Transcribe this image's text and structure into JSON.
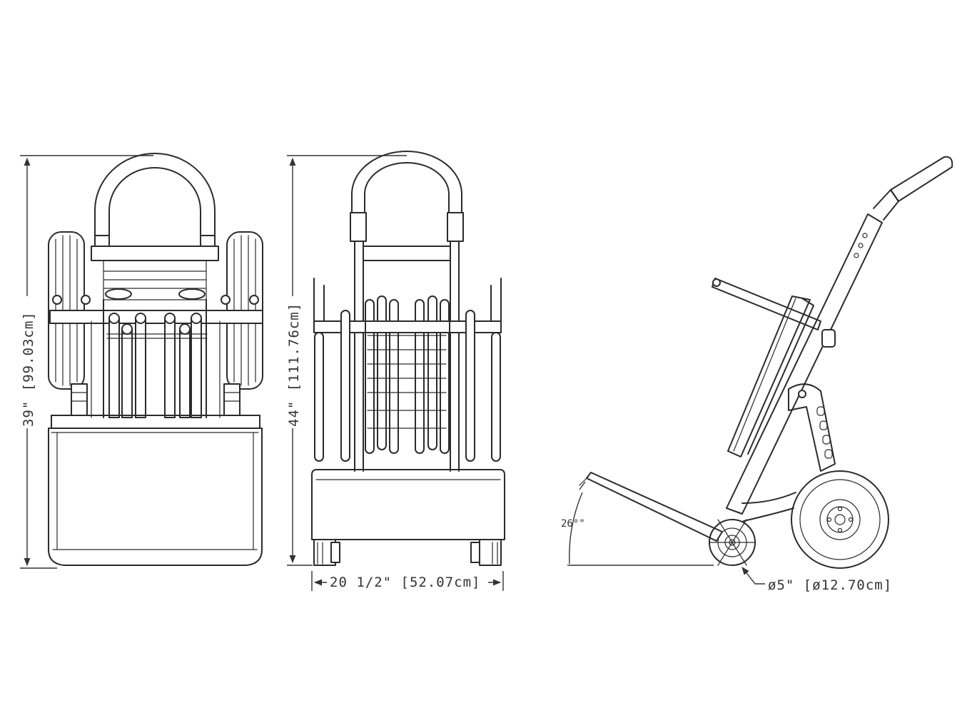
{
  "dimensions": {
    "front_height": "39\" [99.03cm]",
    "back_height": "44\" [111.76cm]",
    "width": "20 1/2\" [52.07cm]",
    "angle": "26°\"",
    "caster_diameter": "ø5\" [ø12.70cm]"
  },
  "views": [
    "front",
    "back",
    "side"
  ]
}
